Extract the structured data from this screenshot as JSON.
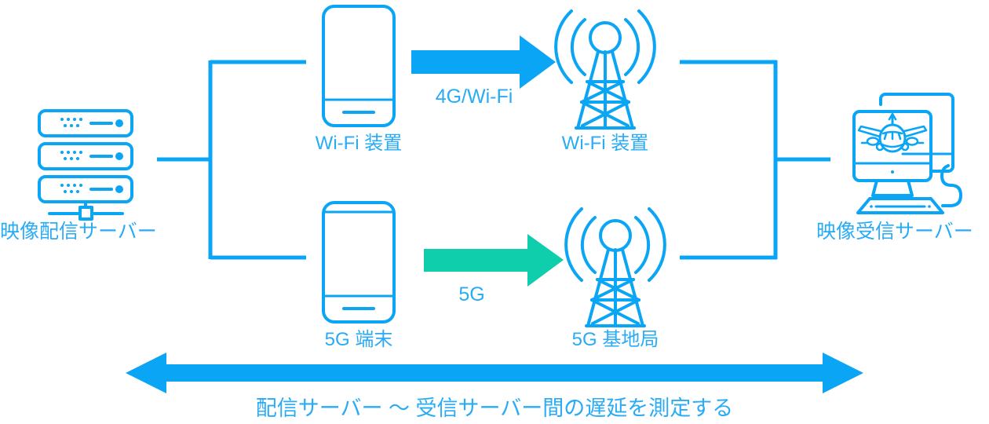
{
  "diagram": {
    "type": "network-topology",
    "title_caption": "配信サーバー 〜 受信サーバー間の遅延を測定する",
    "colors": {
      "blue": "#0aa5f5",
      "label_blue": "#29abf5",
      "green": "#0fceab",
      "background": "#ffffff"
    },
    "nodes": {
      "source_server": {
        "label": "映像配信サーバー",
        "icon": "server-stack-icon"
      },
      "wifi_device": {
        "label": "Wi-Fi 装置",
        "icon": "smartphone-icon"
      },
      "wifi_tower": {
        "label": "Wi-Fi 装置",
        "icon": "antenna-tower-icon"
      },
      "fiveg_device": {
        "label": "5G 端末",
        "icon": "smartphone-icon"
      },
      "fiveg_tower": {
        "label": "5G 基地局",
        "icon": "antenna-tower-icon"
      },
      "receiver_server": {
        "label": "映像受信サーバー",
        "icon": "monitor-airplane-icon"
      }
    },
    "links": {
      "upper": {
        "label": "4G/Wi-Fi",
        "color": "#0aa5f5",
        "direction": "right"
      },
      "lower": {
        "label": "5G",
        "color": "#0fceab",
        "direction": "right"
      },
      "measurement": {
        "label": "配信サーバー 〜 受信サーバー間の遅延を測定する",
        "color": "#0aa5f5",
        "direction": "both"
      }
    }
  }
}
